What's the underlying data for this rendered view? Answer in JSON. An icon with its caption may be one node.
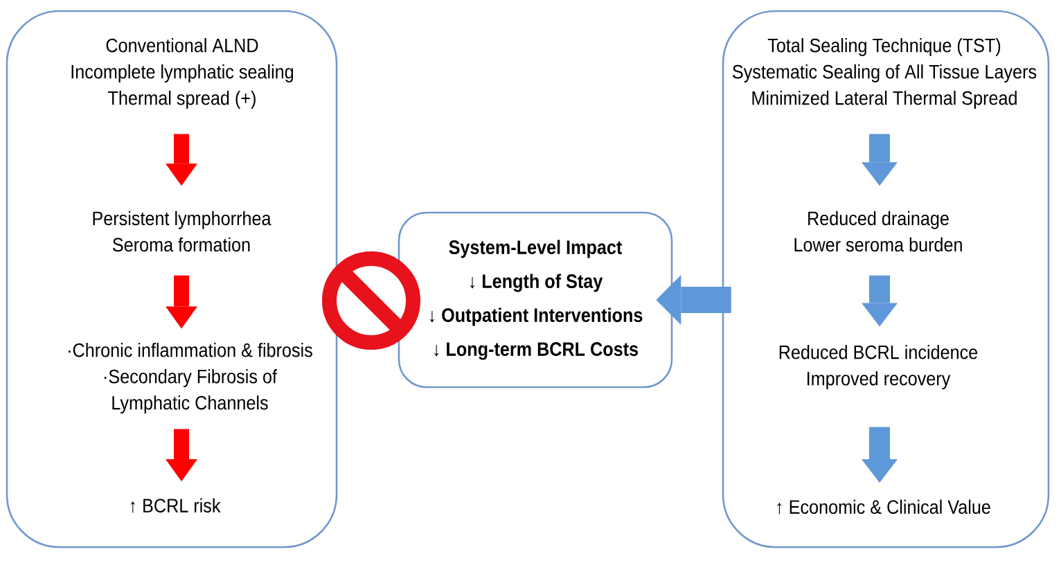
{
  "diagram": {
    "nodes": [
      {
        "text": [],
        "shape": "box"
      },
      {
        "text": [
          "Conventional ALND",
          "Incomplete lymphatic sealing",
          "Thermal spread (+)"
        ],
        "in": 0
      },
      {
        "text": [
          "Persistent lymphorrhea",
          "Seroma formation"
        ],
        "in": 0
      },
      {
        "text": [
          "·Chronic inflammation & fibrosis",
          "·Secondary Fibrosis of Lymphatic Channels"
        ],
        "in": 0
      },
      {
        "text": [
          "↑ BCRL risk"
        ],
        "in": 0
      },
      {
        "text": [
          "System-Level Impact",
          "↓ Length of Stay",
          "↓ Outpatient Interventions",
          "↓ Long-term BCRL Costs"
        ]
      },
      {
        "text": [],
        "shape": "box"
      },
      {
        "text": [
          "Total Sealing Technique (TST)",
          "Systematic Sealing of All Tissue Layers",
          "Minimized Lateral Thermal Spread"
        ],
        "in": 6
      },
      {
        "text": [
          "Reduced drainage",
          "Lower seroma burden"
        ],
        "in": 6
      },
      {
        "text": [
          "Reduced BCRL incidence",
          "Improved recovery"
        ],
        "in": 6
      },
      {
        "text": [
          "↑ Economic & Clinical Value"
        ],
        "in": 6
      }
    ],
    "edges": [
      {
        "from": 1,
        "to": 2,
        "arrow": "to",
        "color": "#ff0000"
      },
      {
        "from": 2,
        "to": 3,
        "arrow": "to",
        "color": "#ff0000"
      },
      {
        "from": 3,
        "to": 4,
        "arrow": "to",
        "color": "#ff0000"
      },
      {
        "from": 7,
        "to": 8,
        "arrow": "to"
      },
      {
        "from": 8,
        "to": 9,
        "arrow": "to"
      },
      {
        "from": 9,
        "to": 10,
        "arrow": "to"
      },
      {
        "from": 6,
        "to": 5,
        "arrow": "to"
      }
    ]
  }
}
